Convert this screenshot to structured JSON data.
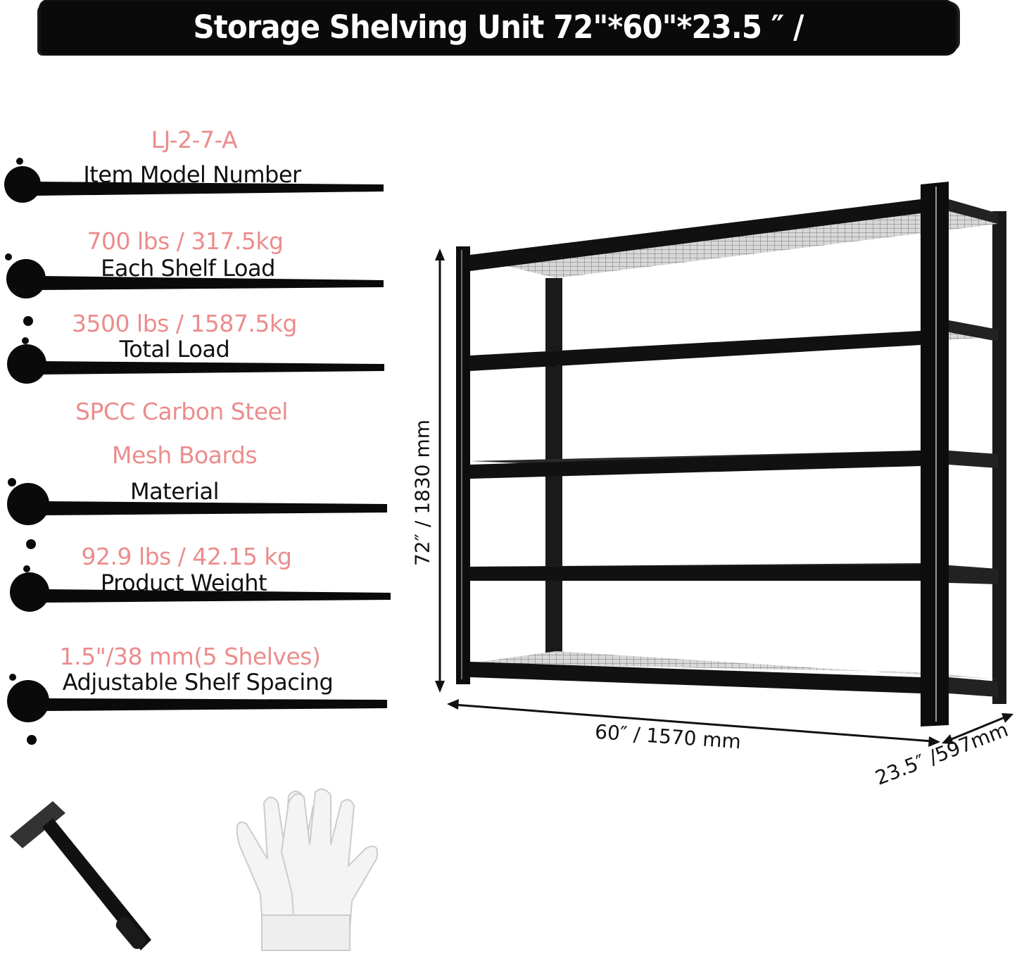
{
  "title": "Storage Shelving Unit 72\"*60\"*23.5 ″  / 1830*1570*597",
  "colors": {
    "highlight": "#ec8c8c",
    "ink": "#0a0a0a"
  },
  "specs": [
    {
      "values": [
        "LJ-2-7-A"
      ],
      "label": "Item Model Number"
    },
    {
      "values": [
        "700 lbs / 317.5kg"
      ],
      "label": "Each Shelf Load"
    },
    {
      "values": [
        "3500 lbs / 1587.5kg"
      ],
      "label": "Total Load"
    },
    {
      "values": [
        "SPCC Carbon Steel",
        "Mesh Boards"
      ],
      "label": "Material"
    },
    {
      "values": [
        "92.9 lbs / 42.15 kg"
      ],
      "label": "Product Weight"
    },
    {
      "values": [
        "1.5\"/38 mm(5 Shelves)"
      ],
      "label": "Adjustable Shelf Spacing"
    }
  ],
  "dimensions": {
    "height": "72″  / 1830 mm",
    "width": "60″  / 1570 mm",
    "depth": "23.5″  /597mm"
  },
  "accessories": [
    "hammer-icon",
    "gloves-icon"
  ]
}
